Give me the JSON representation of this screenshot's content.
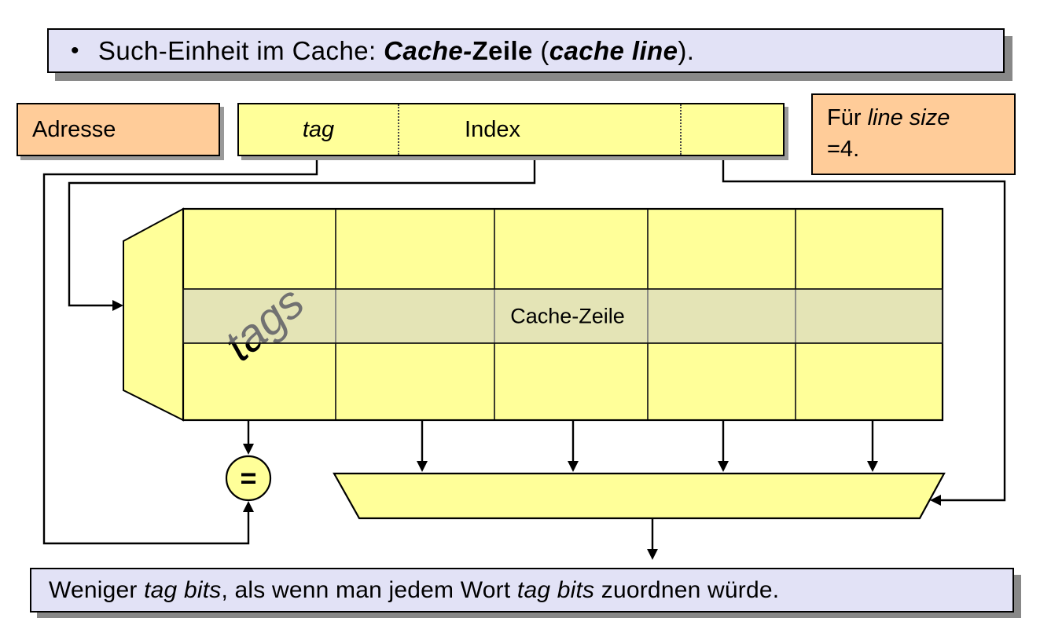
{
  "colors": {
    "lavender": "#E2E2F6",
    "orange": "#FFCC99",
    "yellow": "#FFFF99",
    "highlight_row_overlay": "rgba(205,205,205,0.55)",
    "shadow_gray": "#888888",
    "wire_black": "#000000"
  },
  "title_box": {
    "bullet": "•",
    "text_normal_1": "Such-Einheit im Cache: ",
    "text_bold_italic_1": "Cache-",
    "text_bold_1": "Zeile",
    "text_normal_2": " (",
    "text_bold_italic_2": "cache line",
    "text_normal_3": ")."
  },
  "adresse_box": {
    "label": "Adresse"
  },
  "address_field": {
    "tag_label": "tag",
    "index_label": "Index",
    "offset_label": ""
  },
  "line_size_box": {
    "text_normal": "Für ",
    "text_italic": "line size",
    "line2": "=4."
  },
  "cache_array": {
    "tags_label": "tags",
    "row_label": "Cache-Zeile",
    "columns": 5,
    "rows": 3
  },
  "comparator": {
    "symbol": "="
  },
  "bottom_box": {
    "p1": "Weniger ",
    "i1": "tag bits",
    "p2": ", als wenn man jedem Wort ",
    "i2": "tag bits",
    "p3": " zuordnen würde."
  }
}
